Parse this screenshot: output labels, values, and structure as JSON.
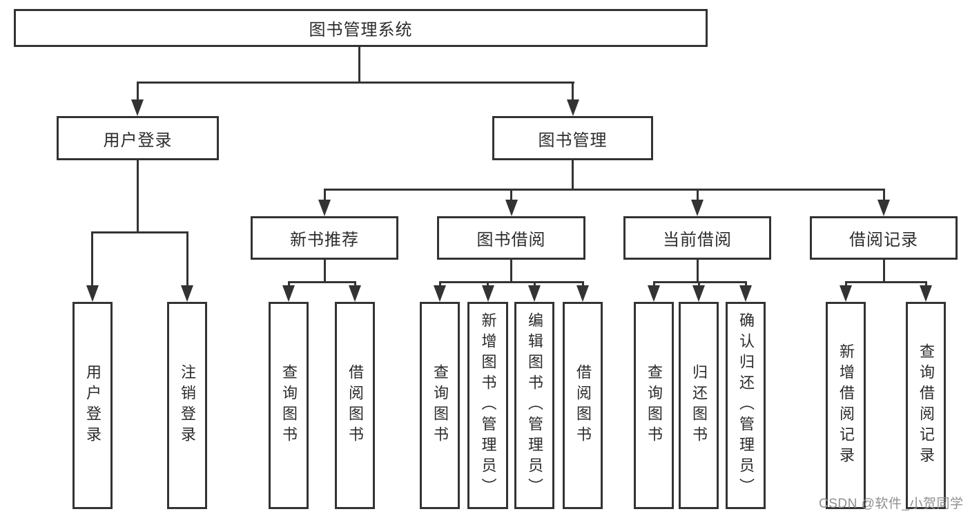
{
  "diagram": {
    "root": "图书管理系统",
    "branches": [
      {
        "label": "用户登录",
        "children": [
          "用户登录",
          "注销登录"
        ]
      },
      {
        "label": "图书管理",
        "sections": [
          {
            "label": "新书推荐",
            "children": [
              "查询图书",
              "借阅图书"
            ]
          },
          {
            "label": "图书借阅",
            "children": [
              "查询图书",
              "新增图书（管理员）",
              "编辑图书（管理员）",
              "借阅图书"
            ]
          },
          {
            "label": "当前借阅",
            "children": [
              "查询图书",
              "归还图书",
              "确认归还（管理员）"
            ]
          },
          {
            "label": "借阅记录",
            "children": [
              "新增借阅记录",
              "查询借阅记录"
            ]
          }
        ]
      }
    ]
  },
  "watermark": "CSDN @软件_小贺同学",
  "colors": {
    "line": "#333333",
    "text": "#2b2b2b",
    "watermark": "#8f8f8f",
    "background": "#ffffff"
  }
}
